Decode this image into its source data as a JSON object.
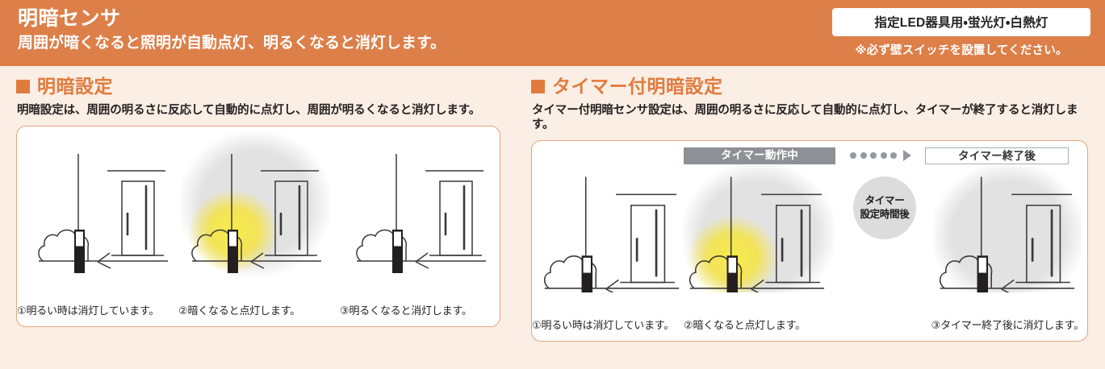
{
  "header": {
    "title": "明暗センサ",
    "subtitle": "周囲が暗くなると照明が自動点灯、明るくなると消灯します。",
    "badge": "指定LED器具用・蛍光灯・白熱灯",
    "badge_note": "※必ず壁スイッチを設置してください。"
  },
  "colors": {
    "header_bg": "#dd7f49",
    "page_bg": "#fbeee4",
    "accent": "#e07b3e",
    "panel_border": "#e3a77f",
    "panel_bg": "#ffffff",
    "night_bg": "#e2e2e2",
    "glow": "#f5e442",
    "timer_active_bg": "#8d9196",
    "timer_after_border": "#a9adb2",
    "timer_circle_bg": "#dcdcdc",
    "lamp_body": "#231f20"
  },
  "sections": [
    {
      "marker": "square-marker",
      "title": "明暗設定",
      "description": "明暗設定は、周囲の明るさに反応して自動的に点灯し、周囲が明るくなると消灯します。",
      "scenes": [
        {
          "caption": "①明るい時は消灯しています。",
          "night": false,
          "lamp_on": false
        },
        {
          "caption": "②暗くなると点灯します。",
          "night": true,
          "lamp_on": true
        },
        {
          "caption": "③明るくなると消灯します。",
          "night": false,
          "lamp_on": false
        }
      ]
    },
    {
      "marker": "square-marker",
      "title": "タイマー付明暗設定",
      "description": "タイマー付明暗センサ設定は、周囲の明るさに反応して自動的に点灯し、タイマーが終了すると消灯します。",
      "timer": {
        "active_label": "タイマー動作中",
        "after_label": "タイマー終了後",
        "circle_line1": "タイマー",
        "circle_line2": "設定時間後",
        "dot_count": 5
      },
      "scenes": [
        {
          "caption": "①明るい時は消灯しています。",
          "night": false,
          "lamp_on": false
        },
        {
          "caption": "②暗くなると点灯します。",
          "night": true,
          "lamp_on": true
        },
        {
          "caption": "③タイマー終了後に消灯します。",
          "night": true,
          "lamp_on": false
        }
      ]
    }
  ]
}
